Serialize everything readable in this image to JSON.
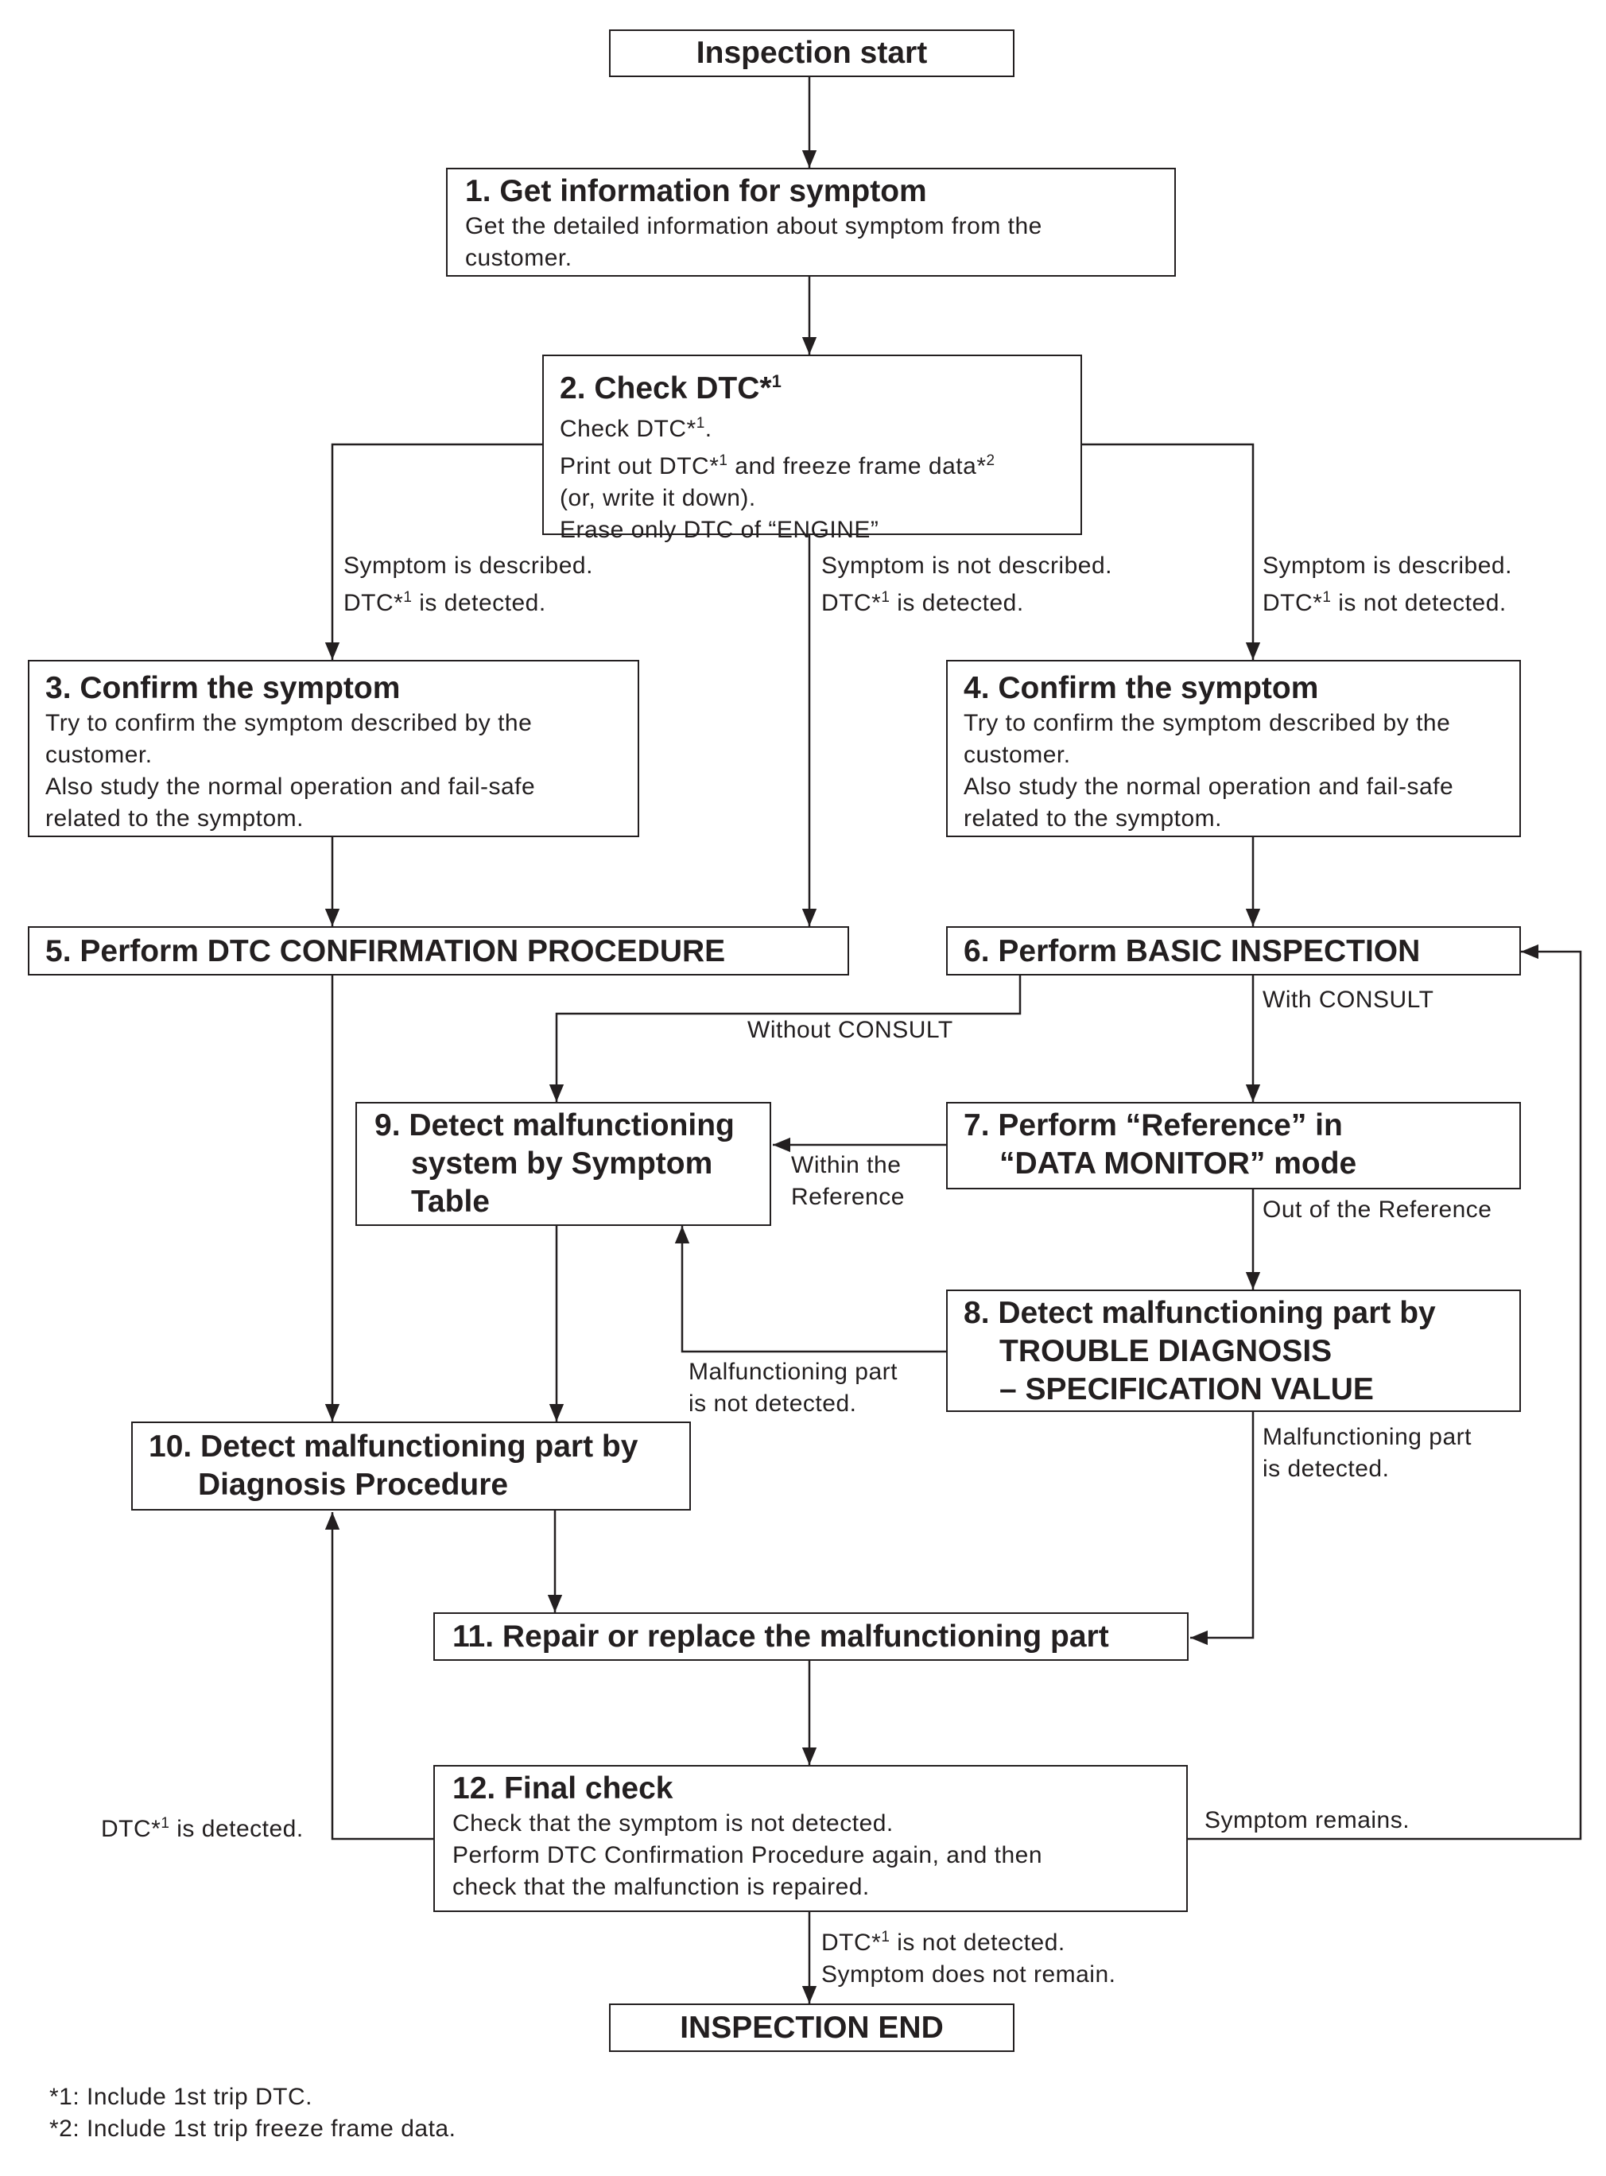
{
  "start": "Inspection start",
  "step1": {
    "title": "1. Get information for symptom",
    "body": [
      "Get the detailed information about symptom from the",
      "customer."
    ]
  },
  "step2": {
    "title": "2. Check DTC*",
    "title_sup": "1",
    "lines": [
      {
        "pre": "Check DTC*",
        "sup": "1",
        "post": "."
      },
      {
        "pre": "Print out DTC*",
        "sup": "1",
        "post": " and freeze frame data*",
        "sup2": "2"
      },
      {
        "pre": "(or, write it down)."
      },
      {
        "pre": "Erase only DTC of “ENGINE”"
      }
    ]
  },
  "branch_left": {
    "line1": "Symptom is described.",
    "line2_pre": "DTC*",
    "line2_sup": "1",
    "line2_post": " is detected."
  },
  "branch_mid": {
    "line1": "Symptom is not described.",
    "line2_pre": "DTC*",
    "line2_sup": "1",
    "line2_post": " is detected."
  },
  "branch_right": {
    "line1": "Symptom is described.",
    "line2_pre": "DTC*",
    "line2_sup": "1",
    "line2_post": " is not detected."
  },
  "step3": {
    "title": "3. Confirm the symptom",
    "body": [
      "Try to confirm the symptom described by the",
      "customer.",
      "Also study the normal operation and fail-safe",
      "related to the symptom."
    ]
  },
  "step4": {
    "title": "4. Confirm the symptom",
    "body": [
      "Try to confirm the symptom described by the",
      "customer.",
      "Also study the normal operation and fail-safe",
      "related to the symptom."
    ]
  },
  "step5": {
    "title": "5. Perform DTC CONFIRMATION PROCEDURE"
  },
  "step6": {
    "title": "6. Perform BASIC INSPECTION"
  },
  "label_without_consult": "Without CONSULT",
  "label_with_consult": "With CONSULT",
  "step7": {
    "title_lines": [
      "7. Perform “Reference” in",
      "“DATA MONITOR” mode"
    ]
  },
  "label_within": [
    "Within the",
    "Reference"
  ],
  "label_out_ref": "Out of the Reference",
  "step9": {
    "title_lines": [
      "9. Detect malfunctioning",
      "system by Symptom",
      "Table"
    ]
  },
  "step8": {
    "title_lines": [
      "8. Detect malfunctioning part by",
      "TROUBLE DIAGNOSIS",
      "– SPECIFICATION VALUE"
    ]
  },
  "label_not_detected": [
    "Malfunctioning part",
    "is not detected."
  ],
  "label_detected": [
    "Malfunctioning part",
    "is detected."
  ],
  "step10": {
    "title_lines": [
      "10. Detect malfunctioning part by",
      "Diagnosis Procedure"
    ]
  },
  "step11": {
    "title": "11. Repair or replace the malfunctioning part"
  },
  "step12": {
    "title": "12. Final check",
    "body": [
      "Check that the symptom is not detected.",
      "Perform DTC Confirmation Procedure again, and then",
      "check that the malfunction is repaired."
    ]
  },
  "label_dtc_detected": {
    "pre": "DTC*",
    "sup": "1",
    "post": " is detected."
  },
  "label_symptom_remains": "Symptom remains.",
  "label_end_cond": {
    "line1_pre": "DTC*",
    "line1_sup": "1",
    "line1_post": " is not detected.",
    "line2": "Symptom does not remain."
  },
  "end": "INSPECTION END",
  "footnotes": [
    "*1: Include 1st trip DTC.",
    "*2: Include 1st trip freeze frame data."
  ]
}
